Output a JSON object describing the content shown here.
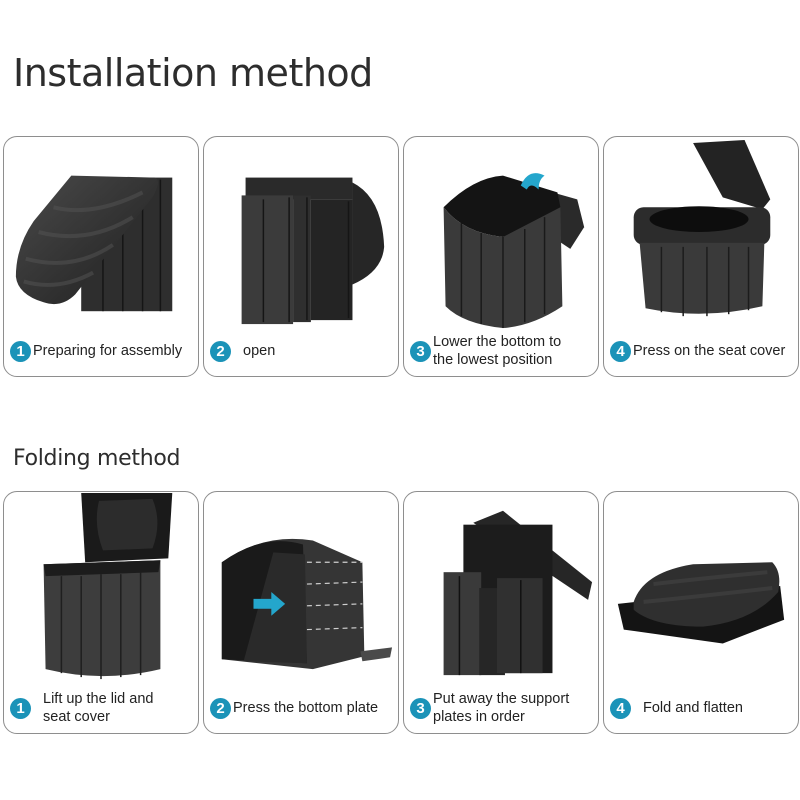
{
  "installation": {
    "title": "Installation method",
    "steps": [
      {
        "number": "1",
        "label": "Preparing for assembly",
        "illustration": "folded-toilet-with-lid-open-icon"
      },
      {
        "number": "2",
        "label": "open",
        "illustration": "unfolding-panels-icon"
      },
      {
        "number": "3",
        "label_line1": "Lower the bottom to",
        "label_line2": "the lowest position",
        "illustration": "bucket-with-curved-arrow-icon"
      },
      {
        "number": "4",
        "label": "Press on the seat cover",
        "illustration": "assembled-toilet-lid-open-icon"
      }
    ]
  },
  "folding": {
    "title": "Folding method",
    "steps": [
      {
        "number": "1",
        "label_line1": "Lift up the lid and",
        "label_line2": "seat cover",
        "illustration": "toilet-lid-raised-icon"
      },
      {
        "number": "2",
        "label": "Press the bottom plate",
        "illustration": "body-with-right-arrow-icon"
      },
      {
        "number": "3",
        "label_line1": "Put away the support",
        "label_line2": "plates in order",
        "illustration": "folding-support-plates-icon"
      },
      {
        "number": "4",
        "label": "Fold and flatten",
        "illustration": "flattened-toilet-icon"
      }
    ]
  },
  "colors": {
    "badge": "#1b93b8",
    "arrow": "#24a6cc",
    "product": "#2f2f2f",
    "card_border": "#8e8e8e"
  }
}
